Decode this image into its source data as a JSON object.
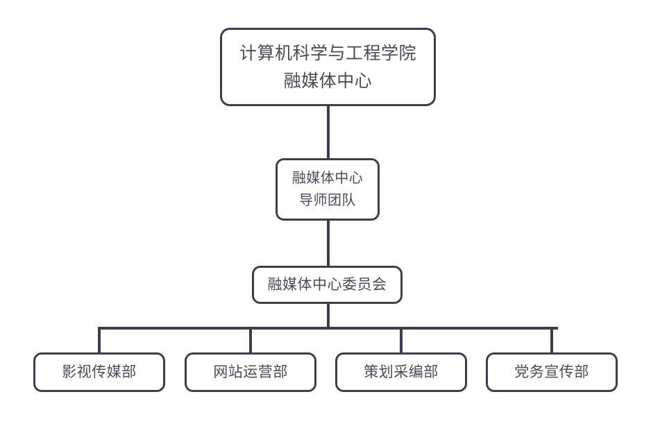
{
  "diagram": {
    "type": "organizational-chart",
    "orientation": "top-down",
    "colors": {
      "border": "#3d3d4e",
      "text": "#4a4a58",
      "background": "#ffffff",
      "connector": "#3d3d4e"
    },
    "levels": [
      {
        "level": 1,
        "nodes": [
          {
            "id": "root",
            "lines": [
              "计算机科学与工程学院",
              "融媒体中心"
            ]
          }
        ]
      },
      {
        "level": 2,
        "nodes": [
          {
            "id": "mentor-team",
            "lines": [
              "融媒体中心",
              "导师团队"
            ]
          }
        ]
      },
      {
        "level": 3,
        "nodes": [
          {
            "id": "committee",
            "lines": [
              "融媒体中心委员会"
            ]
          }
        ]
      },
      {
        "level": 4,
        "nodes": [
          {
            "id": "dept-film",
            "lines": [
              "影视传媒部"
            ]
          },
          {
            "id": "dept-website",
            "lines": [
              "网站运营部"
            ]
          },
          {
            "id": "dept-planning",
            "lines": [
              "策划采编部"
            ]
          },
          {
            "id": "dept-party",
            "lines": [
              "党务宣传部"
            ]
          }
        ]
      }
    ]
  }
}
